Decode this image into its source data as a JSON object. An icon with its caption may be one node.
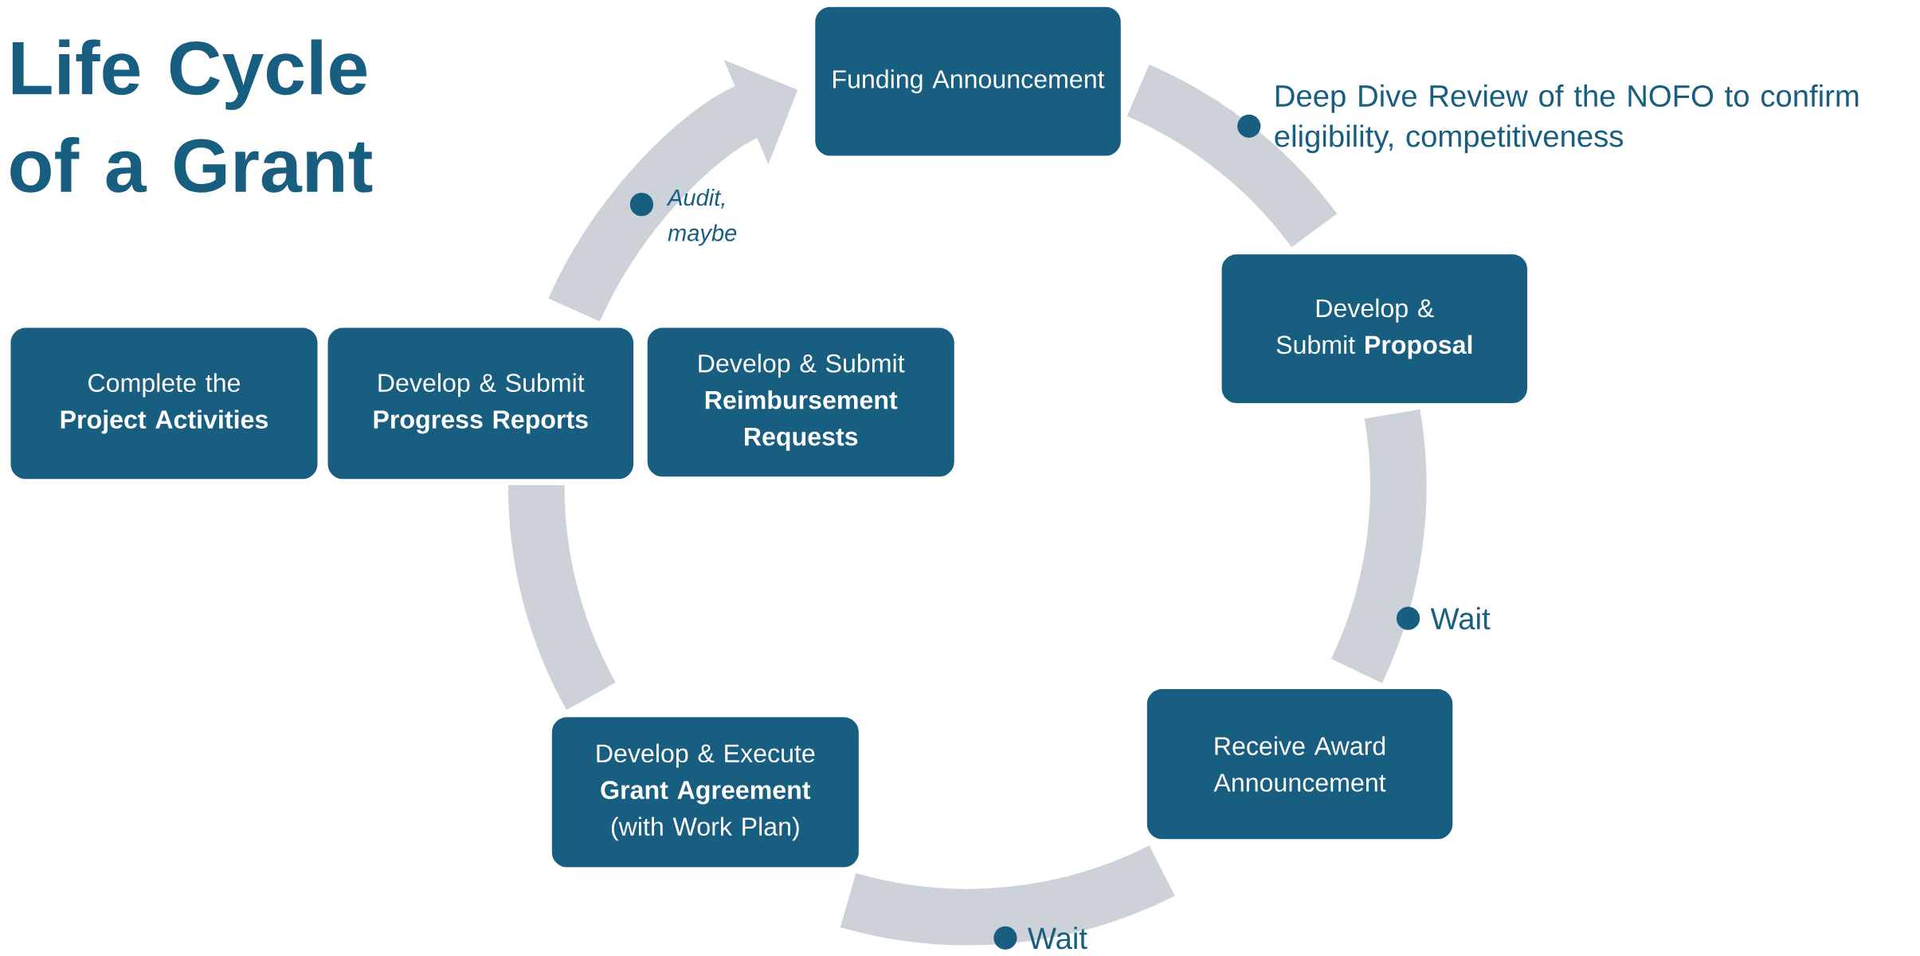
{
  "diagram": {
    "title": "Life Cycle of a Grant",
    "nodes": [
      {
        "text": [
          "Funding Announcement"
        ]
      },
      {
        "text": [
          "Develop & Submit **Proposal**"
        ]
      },
      {
        "text": [
          "Complete the **Project Activities**"
        ]
      },
      {
        "text": [
          "Develop & Submit **Progress Reports**"
        ]
      },
      {
        "text": [
          "Develop & Submit **Reimbursement Requests**"
        ]
      },
      {
        "text": [
          "Receive Award Announcement"
        ]
      },
      {
        "text": [
          "Develop & Execute **Grant Agreement** (with Work Plan)"
        ]
      }
    ],
    "edges": [
      {
        "from": 0,
        "to": 1,
        "arrow": "none"
      },
      {
        "from": 1,
        "to": 5,
        "arrow": "none"
      },
      {
        "from": 5,
        "to": 6,
        "arrow": "none"
      },
      {
        "from": 6,
        "to": 3,
        "arrow": "none"
      },
      {
        "from": 3,
        "to": 0,
        "arrow": "to"
      }
    ],
    "labels": [
      "Deep Dive Review of the NOFO to confirm eligibility, competitiveness",
      "Audit, maybe",
      "Wait",
      "Wait"
    ]
  }
}
